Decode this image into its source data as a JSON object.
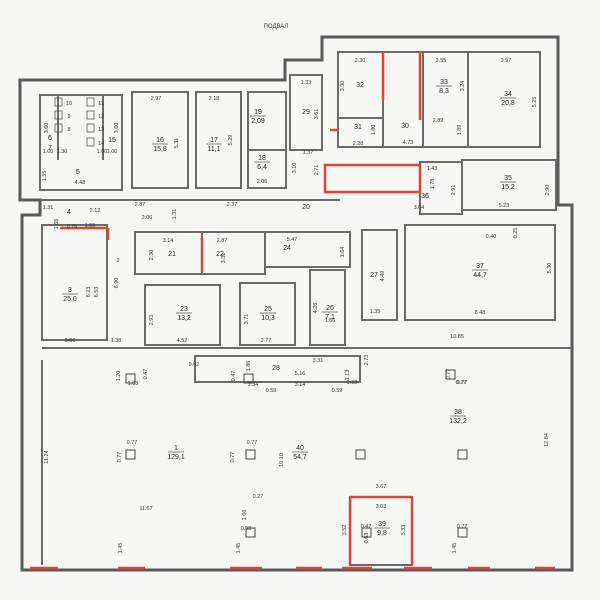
{
  "title": "ПОДВАЛ",
  "colors": {
    "wall": "#555555",
    "accent": "#d9463a",
    "paper": "#f7f7f5",
    "text": "#222222"
  },
  "rooms": [
    {
      "id": "r1",
      "number": "1",
      "area": "129,1"
    },
    {
      "id": "r3",
      "number": "3",
      "area": "25,0"
    },
    {
      "id": "r4",
      "number": "4",
      "area": ""
    },
    {
      "id": "r5",
      "number": "5",
      "area": ""
    },
    {
      "id": "r6",
      "number": "6",
      "area": ""
    },
    {
      "id": "r7",
      "number": "7",
      "area": ""
    },
    {
      "id": "r15",
      "number": "15",
      "area": ""
    },
    {
      "id": "r16",
      "number": "16",
      "area": "15,8"
    },
    {
      "id": "r17",
      "number": "17",
      "area": "11,1"
    },
    {
      "id": "r18",
      "number": "18",
      "area": "6,4"
    },
    {
      "id": "r19",
      "number": "19",
      "area": "2,09"
    },
    {
      "id": "r20",
      "number": "20",
      "area": ""
    },
    {
      "id": "r21",
      "number": "21",
      "area": ""
    },
    {
      "id": "r22",
      "number": "22",
      "area": ""
    },
    {
      "id": "r23",
      "number": "23",
      "area": "13,2"
    },
    {
      "id": "r24",
      "number": "24",
      "area": ""
    },
    {
      "id": "r25",
      "number": "25",
      "area": "10,3"
    },
    {
      "id": "r26",
      "number": "26",
      "area": "7,1"
    },
    {
      "id": "r27",
      "number": "27",
      "area": ""
    },
    {
      "id": "r28",
      "number": "28",
      "area": ""
    },
    {
      "id": "r29",
      "number": "29",
      "area": ""
    },
    {
      "id": "r30",
      "number": "30",
      "area": ""
    },
    {
      "id": "r31",
      "number": "31",
      "area": ""
    },
    {
      "id": "r32",
      "number": "32",
      "area": ""
    },
    {
      "id": "r33",
      "number": "33",
      "area": "8,3"
    },
    {
      "id": "r34",
      "number": "34",
      "area": "20,8"
    },
    {
      "id": "r35",
      "number": "35",
      "area": "15,2"
    },
    {
      "id": "r36",
      "number": "36",
      "area": ""
    },
    {
      "id": "r37",
      "number": "37",
      "area": "44,7"
    },
    {
      "id": "r38",
      "number": "38",
      "area": "132,2"
    },
    {
      "id": "r39",
      "number": "39",
      "area": "9,8"
    },
    {
      "id": "r40",
      "number": "40",
      "area": "54,7"
    }
  ],
  "toilet_cubicles": [
    "10",
    "9",
    "8",
    "11",
    "12",
    "13",
    "14"
  ],
  "dimensions": [
    "1.00",
    "3.60",
    "3.60",
    "1.55",
    "4.48",
    "1.00",
    "1.00",
    "1.30",
    "2.97",
    "5.31",
    "2.18",
    "5.29",
    "2.06",
    "1.33",
    "3.61",
    "1.37",
    "3.10",
    "2.71",
    "2.30",
    "3.30",
    "1.80",
    "2.28",
    "2.55",
    "3.24",
    "2.89",
    "1.89",
    "4.73",
    "3.97",
    "5.25",
    "1.43",
    "1.78",
    "2.91",
    "2.90",
    "3.04",
    "5.23",
    "1.31",
    "2.12",
    "1.55",
    "2.87",
    "2.06",
    "1.31",
    "2.37",
    "0.76",
    "1.66",
    "3.14",
    "2.87",
    "2.30",
    "3.31",
    "5.47",
    "1.64",
    "4.49",
    "1.35",
    "0.40",
    "0.25",
    "5.30",
    "8.48",
    "6.23",
    "6.53",
    "6.90",
    "2",
    "3.66",
    "1.38",
    "2.93",
    "4.52",
    "3.71",
    "2.77",
    "4.26",
    "1.66",
    "9.02",
    "3.31",
    "1.13",
    "2.73",
    "10.85",
    "1.20",
    "0.47",
    "1.03",
    "0.47",
    "1.86",
    "1.34",
    "0.59",
    "5.16",
    "3.14",
    "0.59",
    "1.33",
    "0.77",
    "0.77",
    "11.24",
    "0.77",
    "0.77",
    "0.77",
    "0.77",
    "10.10",
    "0.77",
    "12.84",
    "11.67",
    "0.27",
    "1.66",
    "0.58",
    "3.67",
    "3.03",
    "3.52",
    "0.47",
    "0.63",
    "3.33",
    "0.77",
    "1.45",
    "1.45",
    "1.45"
  ]
}
